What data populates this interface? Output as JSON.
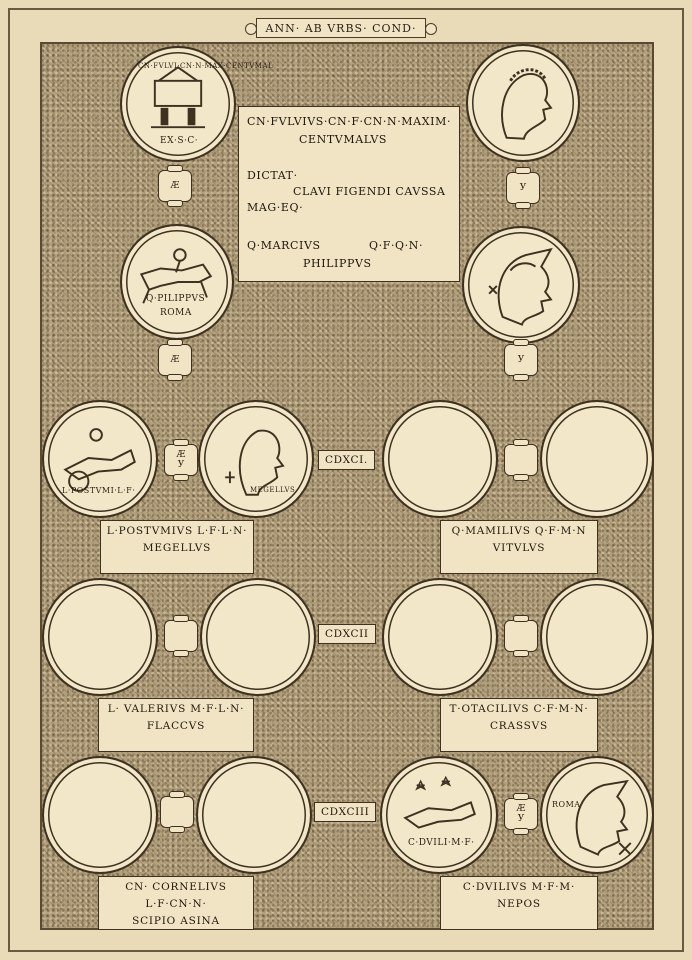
{
  "header": {
    "title": "ANN· AB VRBS· COND·"
  },
  "top": {
    "coin1": {
      "legend_top": "CN·FVLVI·CN·N·MAX·CENTVMAL",
      "legend_bottom": "EX·S·C·",
      "metal": "Æ"
    },
    "coin2": {
      "metal": "У"
    },
    "coin3": {
      "legend_bottom": "Q·PILIPPVS",
      "mint": "ROMA",
      "metal": "Æ"
    },
    "coin4": {
      "metal": "У"
    },
    "text": {
      "line1": "CN·FVLVIVS·CN·F·CN·N·MAXIM·",
      "line2": "CENTVMALVS",
      "line3": "DICTAT·",
      "line4": "CLAVI FIGENDI CAVSSA",
      "line5": "MAG·EQ·",
      "line6": "Q·MARCIVS",
      "line6b": "Q·F·Q·N·",
      "line7": "PHILIPPVS"
    }
  },
  "rows": [
    {
      "year": "CDXCI.",
      "left": {
        "coinA_legend": "L·POSTVMI·L·F·",
        "coinB_legend": "MEGELLVS",
        "metal": "Æ",
        "metal2": "У",
        "name1": "L·POSTVMIVS L·F·L·N·",
        "name2": "MEGELLVS"
      },
      "right": {
        "name1": "Q·MAMILIVS Q·F·M·N",
        "name2": "VITVLVS"
      }
    },
    {
      "year": "CDXCII",
      "left": {
        "name1": "L· VALERIVS  M·F·L·N·",
        "name2": "FLACCVS"
      },
      "right": {
        "name1": "T·OTACILIVS C·F·M·N·",
        "name2": "CRASSVS"
      }
    },
    {
      "year": "CDXCIII",
      "left": {
        "name1": "CN· CORNELIVS L·F·CN·N·",
        "name2": "SCIPIO ASINA"
      },
      "right": {
        "coinA_legend": "C·DVILI·M·F·",
        "coinB_legend": "ROMA",
        "metal": "Æ",
        "metal2": "У",
        "name1": "C·DVILIVS  M·F·M·",
        "name2": "NEPOS"
      }
    }
  ],
  "colors": {
    "paper": "#eadbb8",
    "ink": "#3e3120",
    "field": "#b3a07c"
  }
}
